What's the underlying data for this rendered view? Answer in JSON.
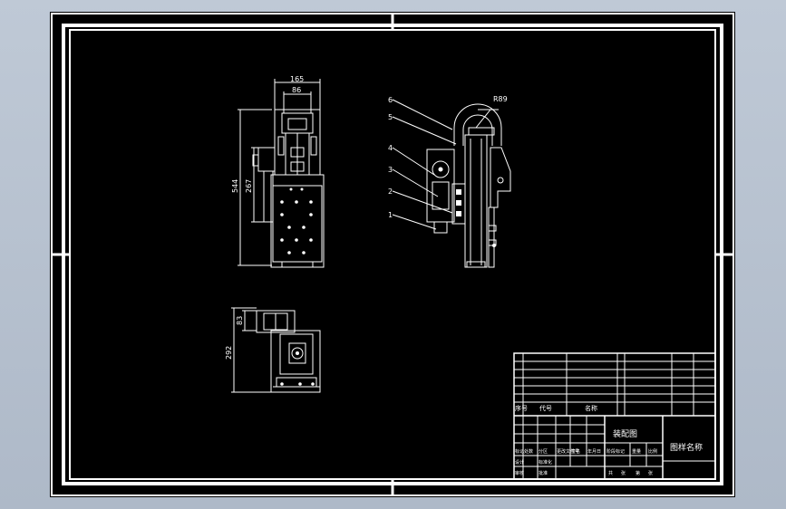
{
  "drawing": {
    "front_view": {
      "dim_width_outer": "165",
      "dim_width_inner": "86",
      "dim_height_total": "544",
      "dim_height_upper": "267"
    },
    "top_view": {
      "dim_height": "292",
      "dim_small": "83"
    },
    "side_view": {
      "dim_radius": "R89",
      "part_labels": [
        "1",
        "2",
        "3",
        "4",
        "5",
        "6"
      ]
    }
  },
  "title_block": {
    "drawing_title": "装配图",
    "drawing_name": "图样名称",
    "parts_header": {
      "no": "序号",
      "code": "代号",
      "name": "名称"
    },
    "sign_row": [
      "设计",
      "标准化",
      "审核",
      "批准"
    ],
    "signature_labels": [
      "标记",
      "处数",
      "分区",
      "更改文件号",
      "签名",
      "年月日"
    ],
    "stage_labels": [
      "阶段标记",
      "重量",
      "比例"
    ],
    "sheet_labels": [
      "共",
      "张",
      "第",
      "张"
    ]
  },
  "colors": {
    "background": "#000000",
    "line": "#ffffff",
    "outer_frame": "#b5c0ce"
  }
}
